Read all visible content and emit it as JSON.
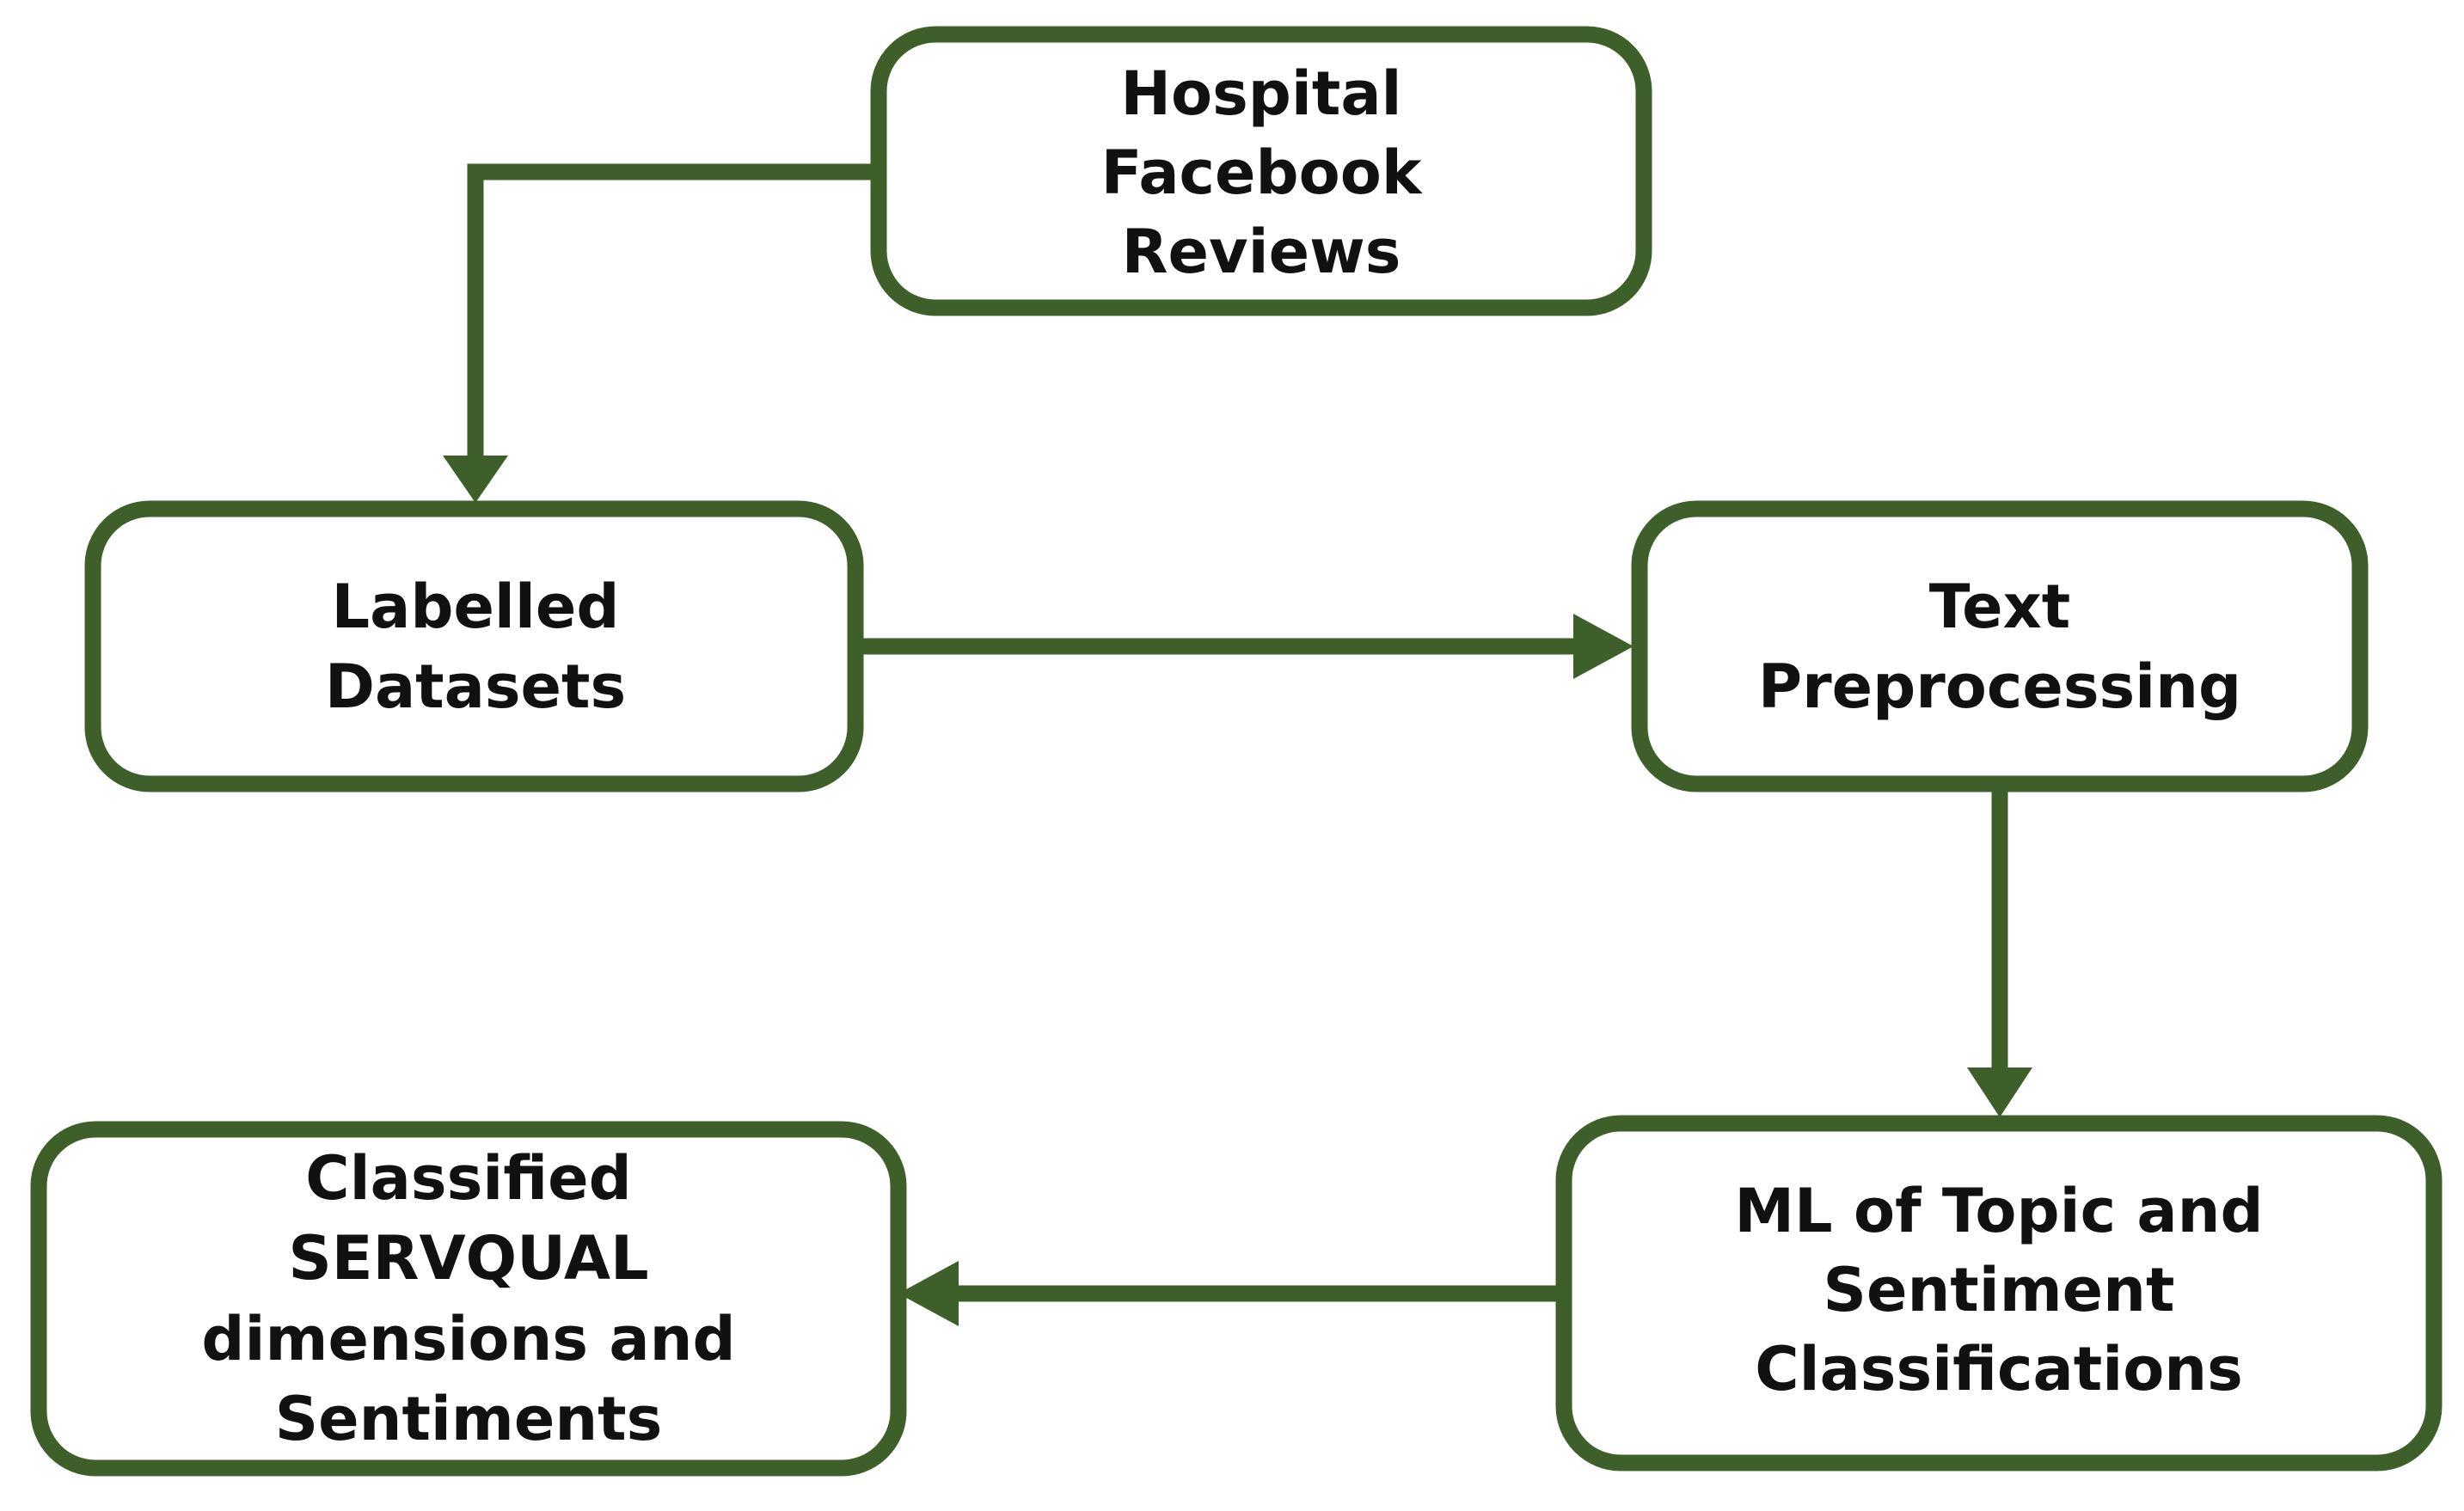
{
  "diagram": {
    "nodes": [
      {
        "id": "hospital-facebook-reviews",
        "lines": [
          "Hospital",
          "Facebook",
          "Reviews"
        ]
      },
      {
        "id": "labelled-datasets",
        "lines": [
          "Labelled",
          "Datasets"
        ]
      },
      {
        "id": "text-preprocessing",
        "lines": [
          "Text",
          "Preprocessing"
        ]
      },
      {
        "id": "ml-topic-sentiment",
        "lines": [
          "ML of Topic and",
          "Sentiment",
          "Classifications"
        ]
      },
      {
        "id": "classified-servqual",
        "lines": [
          "Classified",
          "SERVQUAL",
          "dimensions and",
          "Sentiments"
        ]
      }
    ],
    "edges": [
      {
        "from": "hospital-facebook-reviews",
        "to": "labelled-datasets"
      },
      {
        "from": "labelled-datasets",
        "to": "text-preprocessing"
      },
      {
        "from": "text-preprocessing",
        "to": "ml-topic-sentiment"
      },
      {
        "from": "ml-topic-sentiment",
        "to": "classified-servqual"
      }
    ],
    "colors": {
      "stroke": "#3f5f2a",
      "text": "#111111",
      "background": "#ffffff"
    }
  }
}
